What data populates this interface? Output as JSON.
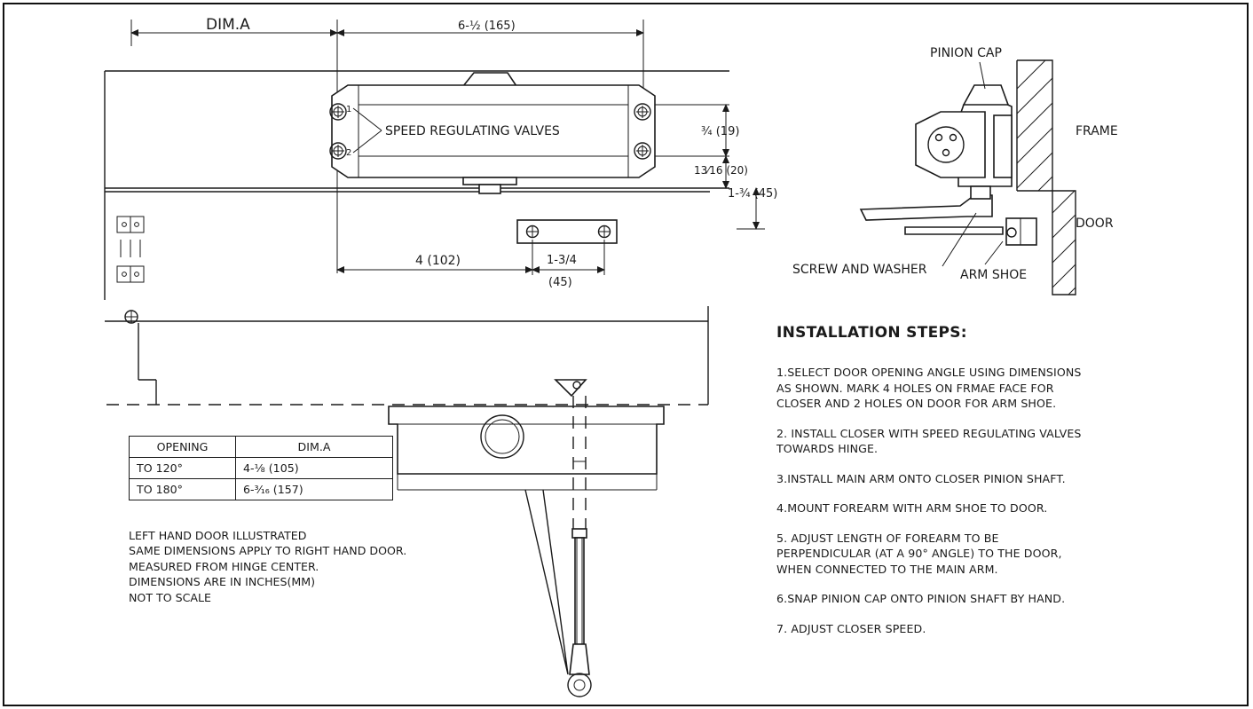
{
  "top_view": {
    "dim_a_label": "DIM.A",
    "width_label": "6-½ (165)",
    "valves_label": "SPEED REGULATING VALVES",
    "valve_marks": [
      "1",
      "2"
    ],
    "dim_19": "¾ (19)",
    "dim_20": "13⁄16 (20)",
    "dim_45_side": "1-¾ (45)",
    "dim_102": "4 (102)",
    "dim_arm_in": "1-3/4",
    "dim_arm_mm": "(45)"
  },
  "detail_view": {
    "pinion_cap": "PINION CAP",
    "frame": "FRAME",
    "door": "DOOR",
    "screw_washer": "SCREW AND WASHER",
    "arm_shoe": "ARM SHOE"
  },
  "table": {
    "headers": [
      "OPENING",
      "DIM.A"
    ],
    "rows": [
      [
        "TO  120°",
        "4-⅛  (105)"
      ],
      [
        "TO  180°",
        "6-³⁄₁₆ (157)"
      ]
    ]
  },
  "notes": [
    "LEFT HAND DOOR ILLUSTRATED",
    "SAME DIMENSIONS APPLY TO RIGHT HAND DOOR.",
    "MEASURED FROM HINGE CENTER.",
    "DIMENSIONS ARE IN INCHES(MM)",
    "NOT TO SCALE"
  ],
  "installation": {
    "title": "INSTALLATION STEPS:",
    "steps": [
      "1.SELECT DOOR OPENING ANGLE USING DIMENSIONS\nAS SHOWN. MARK 4 HOLES ON FRMAE FACE FOR\nCLOSER AND 2 HOLES ON DOOR FOR ARM SHOE.",
      "2. INSTALL CLOSER WITH SPEED REGULATING VALVES\nTOWARDS HINGE.",
      "3.INSTALL MAIN ARM ONTO CLOSER PINION SHAFT.",
      "4.MOUNT FOREARM WITH ARM SHOE TO DOOR.",
      "5. ADJUST LENGTH OF FOREARM TO BE\nPERPENDICULAR (AT A  90° ANGLE) TO THE DOOR,\nWHEN CONNECTED TO THE MAIN ARM.",
      "6.SNAP PINION CAP ONTO PINION SHAFT BY HAND.",
      "7. ADJUST CLOSER SPEED."
    ]
  }
}
